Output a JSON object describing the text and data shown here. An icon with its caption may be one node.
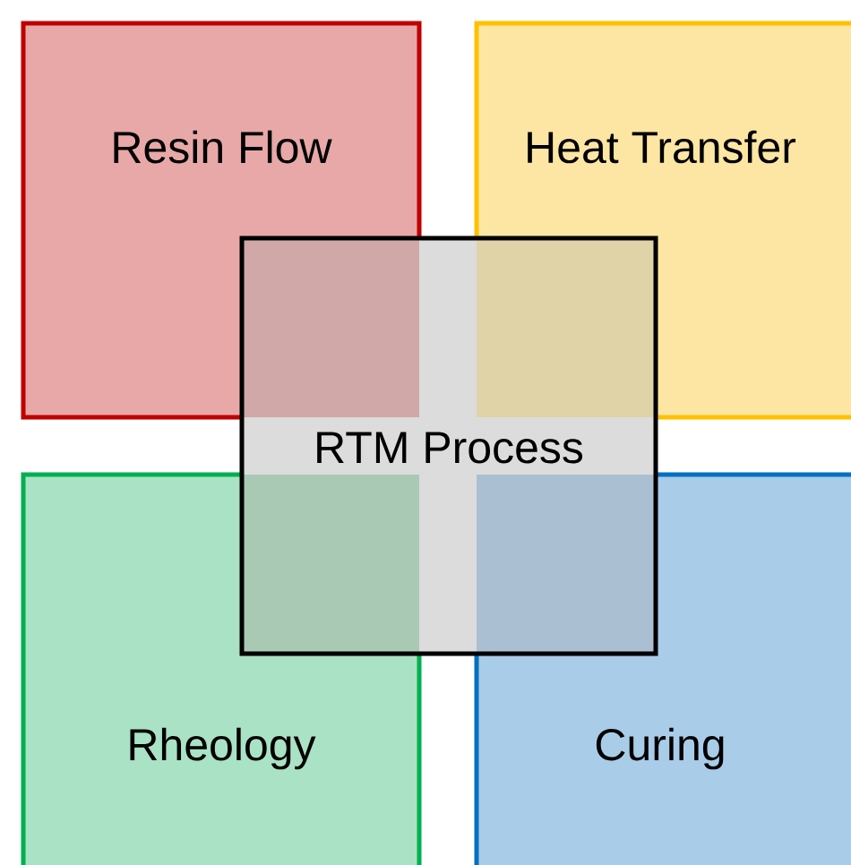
{
  "diagram": {
    "nodes": [
      {
        "text": [
          "Resin Flow"
        ]
      },
      {
        "text": [
          "Heat Transfer"
        ]
      },
      {
        "text": [
          "Rheology"
        ]
      },
      {
        "text": [
          "Curing"
        ]
      },
      {
        "text": [
          "RTM Process"
        ]
      }
    ]
  }
}
